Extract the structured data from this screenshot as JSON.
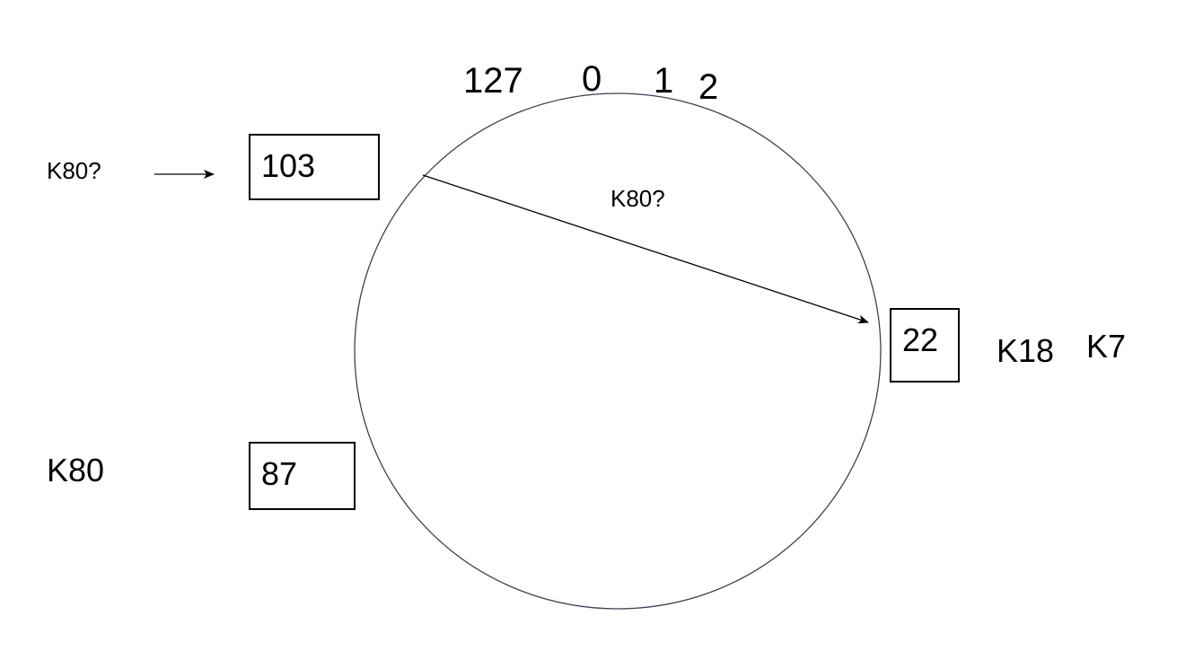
{
  "ring_positions": {
    "p127": "127",
    "p0": "0",
    "p1": "1",
    "p2": "2"
  },
  "nodes": {
    "n103": "103",
    "n22": "22",
    "n87": "87"
  },
  "query": {
    "incoming_label": "K80?",
    "forward_label": "K80?"
  },
  "keys": {
    "k18": "K18",
    "k7": "K7",
    "k80": "K80"
  },
  "colors": {
    "ring_stroke": "#3b4252",
    "line": "#000000"
  }
}
